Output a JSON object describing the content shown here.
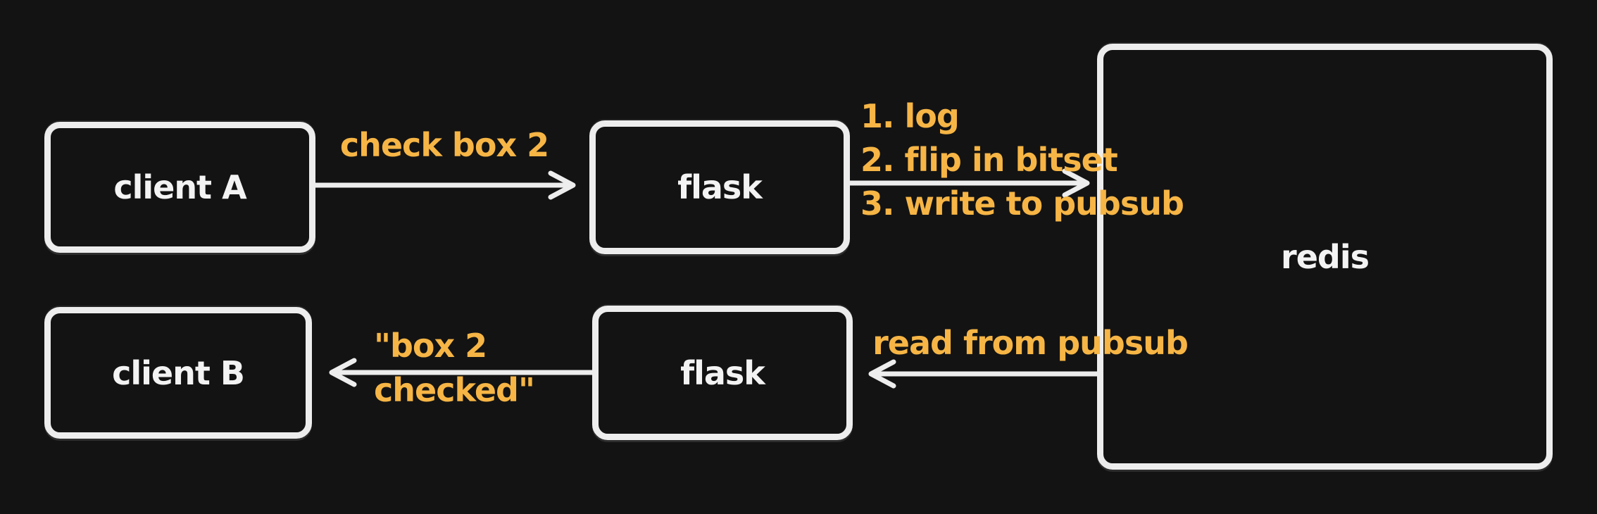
{
  "canvas": {
    "title": "checkbox sync architecture diagram",
    "colors": {
      "background": "#131313",
      "stroke": "#ededed",
      "text": "#f3f3f3",
      "accent": "#f6b545"
    }
  },
  "nodes": [
    {
      "id": "client-a",
      "label": "client A"
    },
    {
      "id": "flask-top",
      "label": "flask"
    },
    {
      "id": "redis",
      "label": "redis"
    },
    {
      "id": "flask-bottom",
      "label": "flask"
    },
    {
      "id": "client-b",
      "label": "client B"
    }
  ],
  "edges": [
    {
      "id": "client-a-to-flask",
      "label": "check box 2"
    },
    {
      "id": "flask-to-redis",
      "labels": [
        "1. log",
        "2. flip in bitset",
        "3. write to pubsub"
      ]
    },
    {
      "id": "redis-to-flask",
      "label": "read from pubsub"
    },
    {
      "id": "flask-to-client-b",
      "labels": [
        "\"box 2",
        "checked\""
      ]
    }
  ]
}
